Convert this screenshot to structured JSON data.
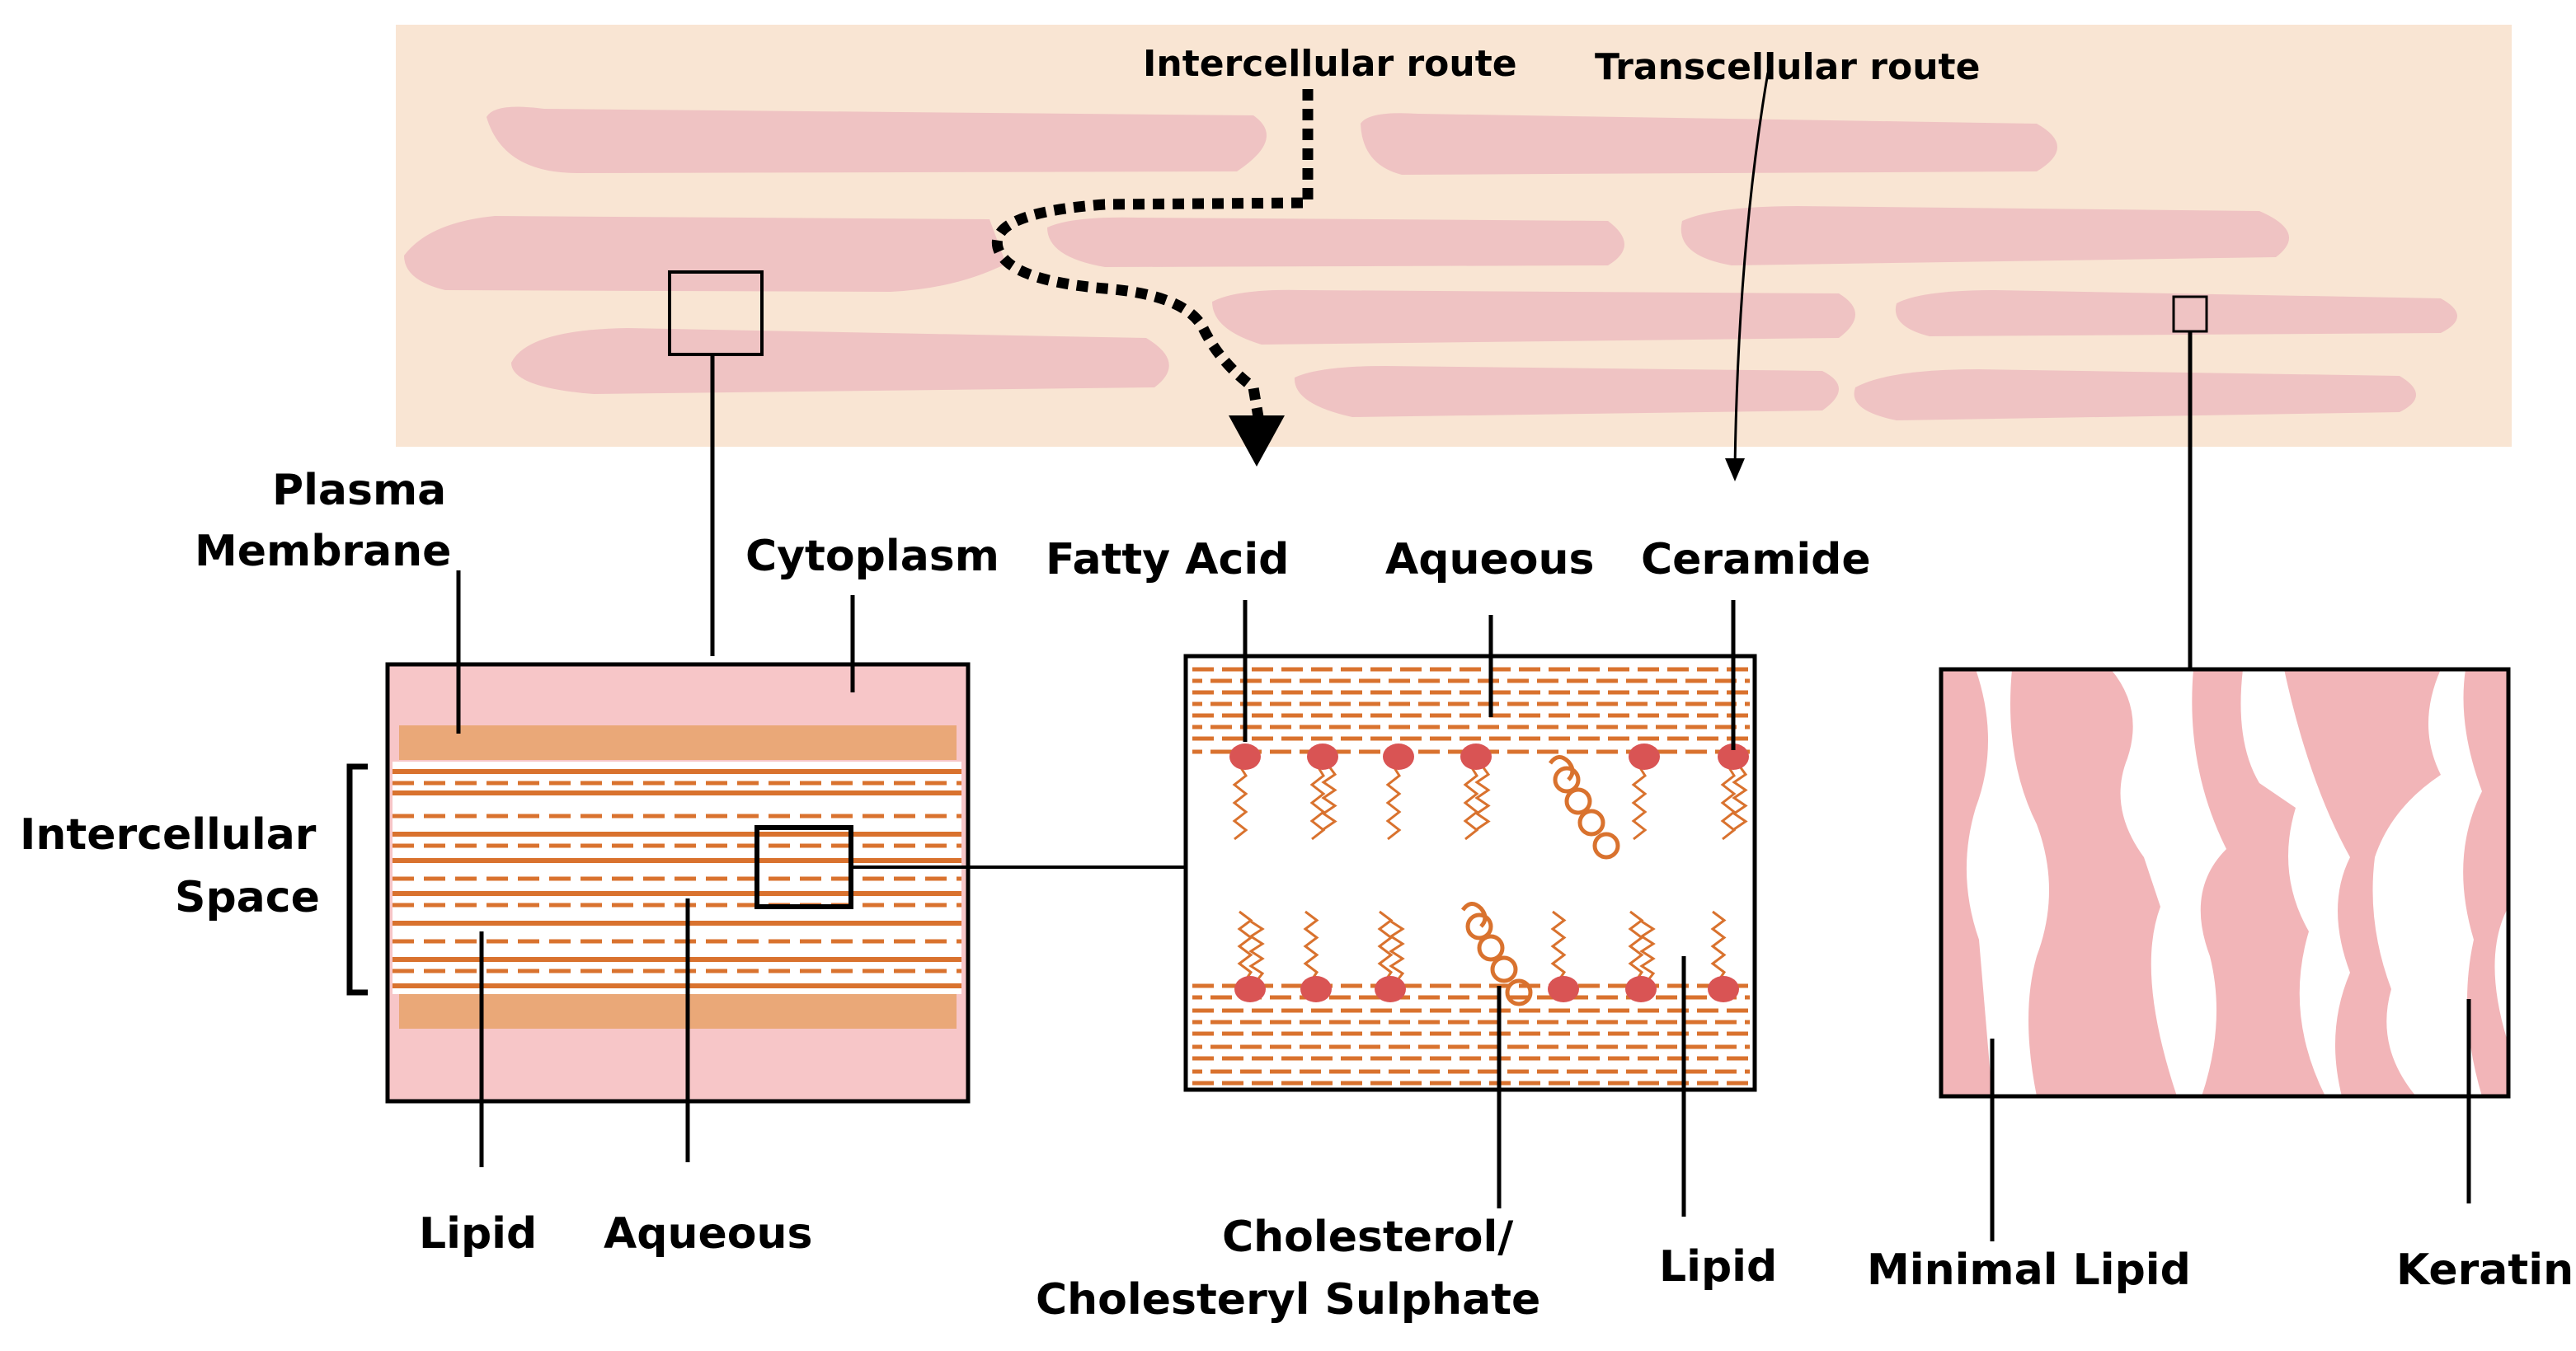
{
  "colors": {
    "tissue_bg": "#f9e5d3",
    "cell_pink": "#efc3c3",
    "box_pink": "#f7c6c8",
    "lipid_orange": "#d9722e",
    "band_orange": "#eaa878",
    "head_red": "#d95454",
    "keratin_white": "#ffffff",
    "keratin_pink": "#f2b5b8",
    "ink": "#000000"
  },
  "routes": {
    "intercellular": "Intercellular route",
    "transcellular": "Transcellular route"
  },
  "left_panel": {
    "plasma_membrane_1": "Plasma",
    "plasma_membrane_2": "Membrane",
    "cytoplasm": "Cytoplasm",
    "intercellular_space_1": "Intercellular",
    "intercellular_space_2": "Space",
    "lipid": "Lipid",
    "aqueous": "Aqueous"
  },
  "middle_panel": {
    "fatty_acid": "Fatty Acid",
    "aqueous": "Aqueous",
    "ceramide": "Ceramide",
    "cholesterol_1": "Cholesterol/",
    "cholesterol_2": "Cholesteryl Sulphate",
    "lipid": "Lipid"
  },
  "right_panel": {
    "minimal_lipid": "Minimal Lipid",
    "keratin": "Keratin"
  },
  "icons": [
    "arrow-down-icon",
    "magnify-box-icon"
  ]
}
